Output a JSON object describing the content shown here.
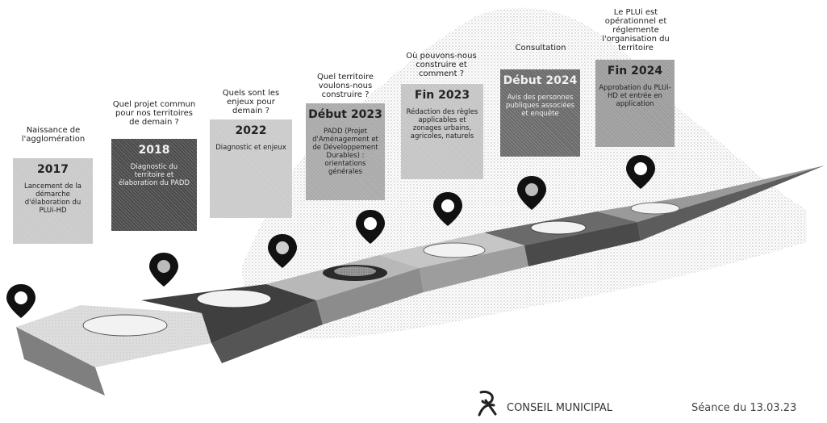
{
  "milestones": [
    {
      "question": "Naissance de l'agglomération",
      "year": "2017",
      "description": "Lancement de la démarche d'élaboration du PLUi-HD"
    },
    {
      "question": "Quel projet commun pour nos territoires de demain ?",
      "year": "2018",
      "description": "Diagnostic du territoire et élaboration du PADD"
    },
    {
      "question": "Quels sont les enjeux pour demain ?",
      "year": "2022",
      "description": "Diagnostic et enjeux"
    },
    {
      "question": "Quel territoire voulons-nous construire ?",
      "year": "Début 2023",
      "description": "PADD (Projet d'Aménagement et de Développement Durables) : orientations générales"
    },
    {
      "question": "Où pouvons-nous construire et comment ?",
      "year": "Fin 2023",
      "description": "Rédaction des règles applicables et zonages urbains, agricoles, naturels"
    },
    {
      "question": "Consultation",
      "year": "Début 2024",
      "description": "Avis des personnes publiques associées et enquête"
    },
    {
      "question": "Le PLUi est opérationnel et réglemente l'organisation du territoire",
      "year": "Fin 2024",
      "description": "Approbation du PLUi-HD et entrée en application"
    }
  ],
  "footer": {
    "council": "CONSEIL MUNICIPAL",
    "session": "Séance du 13.03.23"
  },
  "colors": {
    "card_light": "#c9c9c9",
    "card_dark": "#4b4b4b",
    "card_mid": "#a9a9a9",
    "step_top": "#cfcfcf",
    "step_dark": "#3f3f3f",
    "step_mid": "#8c8c8c",
    "pin": "#111111",
    "map": "#d6d6d6"
  }
}
